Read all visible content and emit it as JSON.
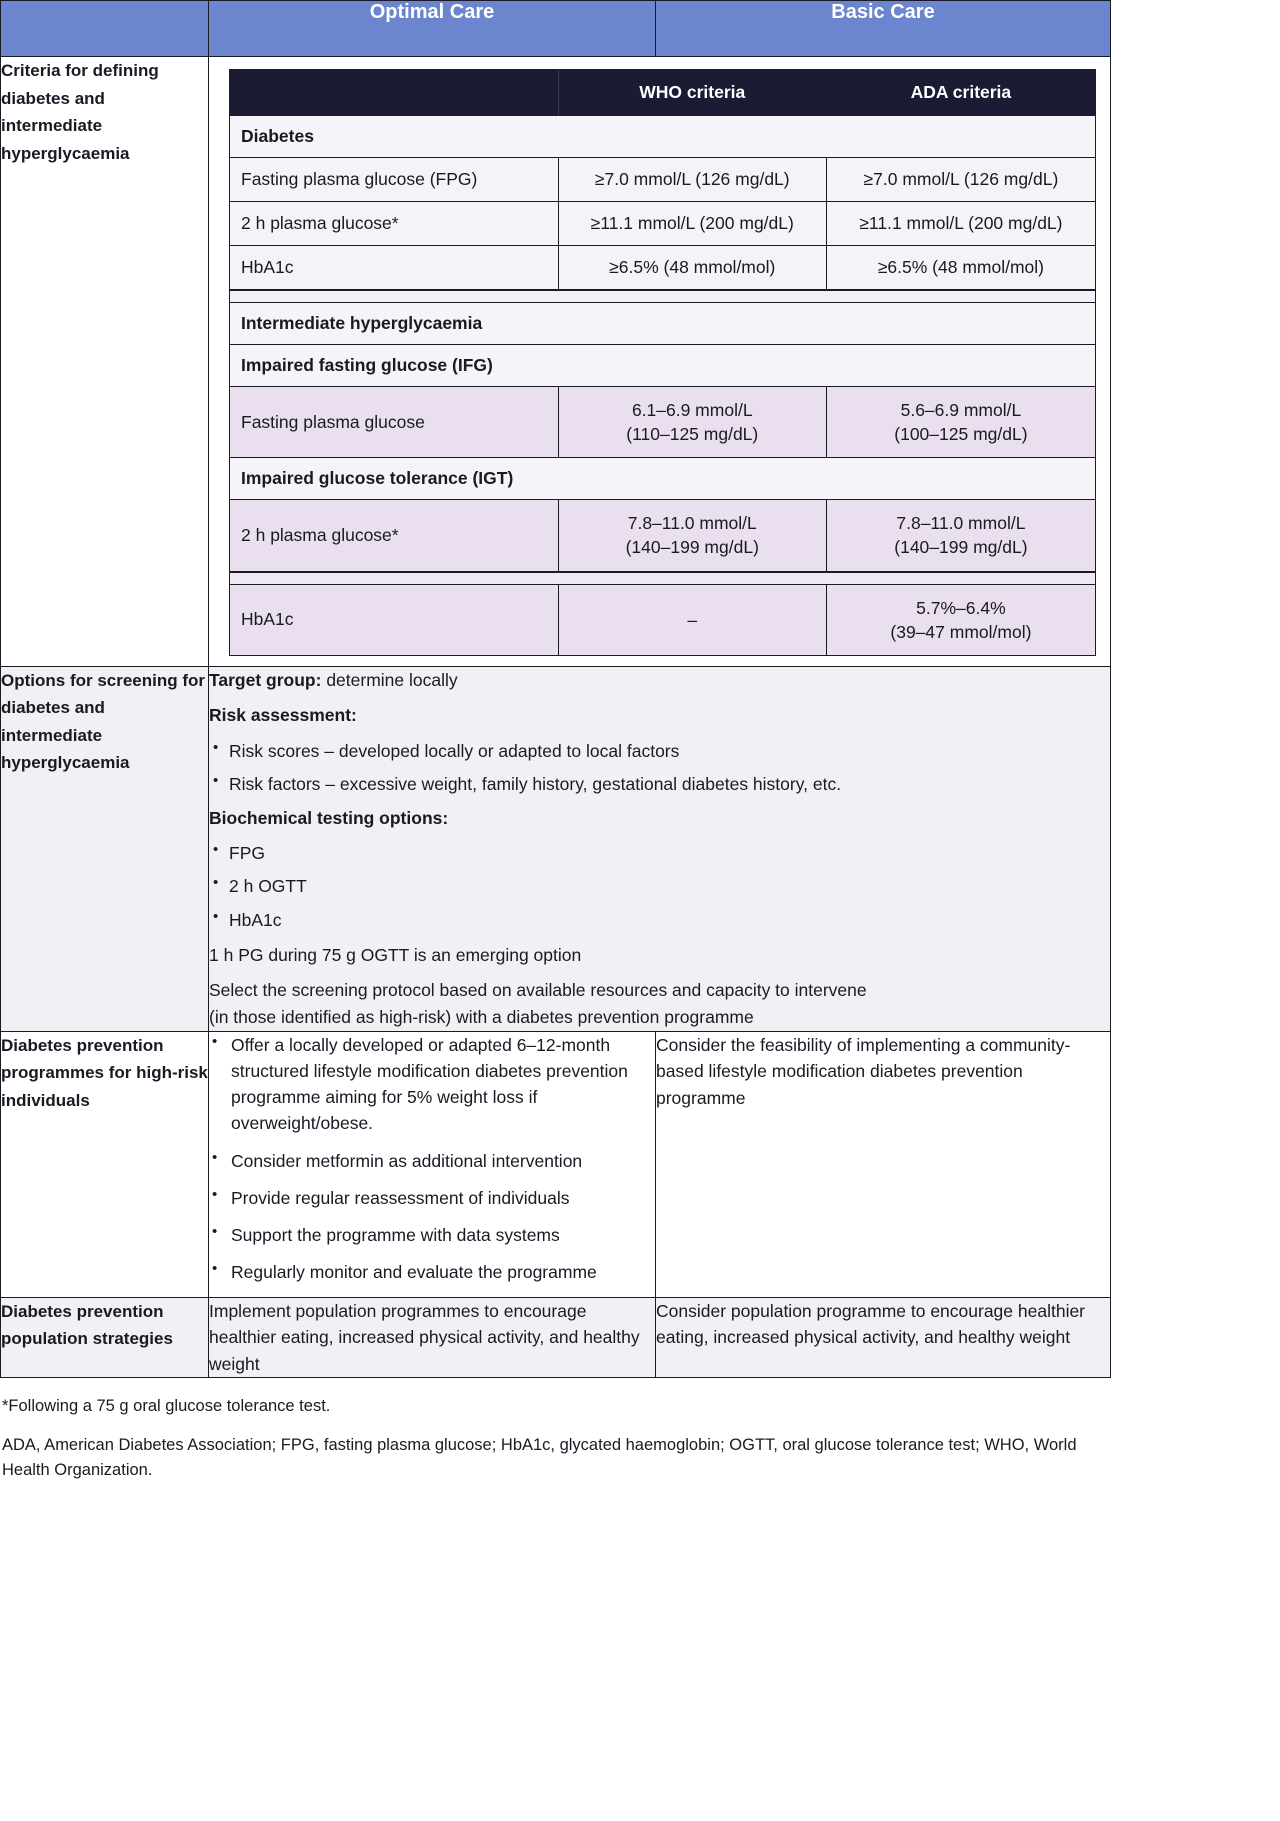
{
  "header": {
    "col_label_blank": "",
    "optimal_care": "Optimal Care",
    "basic_care": "Basic Care"
  },
  "rows": {
    "criteria": {
      "label": "Criteria for defining diabetes and intermediate hyperglycaemia",
      "inner_table": {
        "col_headers": [
          "",
          "WHO criteria",
          "ADA criteria"
        ],
        "sections": [
          {
            "title": "Diabetes",
            "rows": [
              {
                "name": "Fasting plasma glucose (FPG)",
                "who": "≥7.0 mmol/L (126 mg/dL)",
                "ada": "≥7.0 mmol/L (126 mg/dL)"
              },
              {
                "name": "2 h plasma glucose*",
                "who": "≥11.1 mmol/L (200 mg/dL)",
                "ada": "≥11.1 mmol/L (200 mg/dL)"
              },
              {
                "name": "HbA1c",
                "who": "≥6.5% (48 mmol/mol)",
                "ada": "≥6.5% (48 mmol/mol)"
              }
            ]
          },
          {
            "title": "Intermediate hyperglycaemia",
            "subsections": [
              {
                "title": "Impaired fasting glucose (IFG)",
                "rows": [
                  {
                    "name": "Fasting plasma glucose",
                    "who_l1": "6.1–6.9 mmol/L",
                    "who_l2": "(110–125 mg/dL)",
                    "ada_l1": "5.6–6.9 mmol/L",
                    "ada_l2": "(100–125 mg/dL)"
                  }
                ]
              },
              {
                "title": "Impaired glucose tolerance (IGT)",
                "rows": [
                  {
                    "name": "2 h plasma glucose*",
                    "who_l1": "7.8–11.0 mmol/L",
                    "who_l2": "(140–199 mg/dL)",
                    "ada_l1": "7.8–11.0 mmol/L",
                    "ada_l2": "(140–199 mg/dL)"
                  }
                ]
              }
            ],
            "trailing_rows": [
              {
                "name": "HbA1c",
                "who_l1": "–",
                "who_l2": "",
                "ada_l1": "5.7%–6.4%",
                "ada_l2": "(39–47 mmol/mol)"
              }
            ]
          }
        ]
      }
    },
    "screening": {
      "label": "Options for screening for diabetes and intermediate hyperglycaemia",
      "target_group_label": "Target group:",
      "target_group_value": " determine locally",
      "risk_assessment_label": "Risk assessment:",
      "risk_assessment_bullets": [
        "Risk scores – developed locally or adapted to local factors",
        "Risk factors – excessive weight, family history, gestational diabetes history, etc."
      ],
      "biochemical_label": "Biochemical testing options:",
      "biochemical_bullets": [
        "FPG",
        "2 h OGTT",
        "HbA1c"
      ],
      "emerging_option": "1 h PG during 75 g OGTT is an emerging option",
      "select_protocol_l1": "Select the screening protocol based on available resources and capacity to intervene",
      "select_protocol_l2": "(in those identified as high-risk) with a diabetes prevention programme"
    },
    "prevention_programmes": {
      "label": "Diabetes prevention programmes for high-risk individuals",
      "optimal_bullets": [
        "Offer a locally developed or adapted 6–12-month structured lifestyle modification diabetes prevention programme aiming for 5% weight loss if overweight/obese.",
        "Consider metformin as additional intervention",
        "Provide regular reassessment of individuals",
        "Support the programme with data systems",
        "Regularly monitor and evaluate the programme"
      ],
      "basic_text": "Consider the feasibility of implementing a community-based lifestyle modification diabetes prevention programme"
    },
    "population_strategies": {
      "label": "Diabetes prevention population strategies",
      "optimal_text": "Implement population programmes to encourage healthier eating, increased physical activity, and healthy weight",
      "basic_text": "Consider population programme to encourage healthier eating, increased physical activity, and healthy weight"
    }
  },
  "footnotes": {
    "asterisk": "*Following a 75 g oral glucose tolerance test.",
    "abbreviations": "ADA, American Diabetes Association; FPG, fasting plasma glucose; HbA1c, glycated haemoglobin; OGTT, oral glucose tolerance test; WHO, World Health Organization."
  },
  "colors": {
    "header_blue": "#6b86cf",
    "inner_header_navy": "#1b1b33",
    "lavender": "#e9dfee",
    "tint_gray": "#eff1f5"
  }
}
